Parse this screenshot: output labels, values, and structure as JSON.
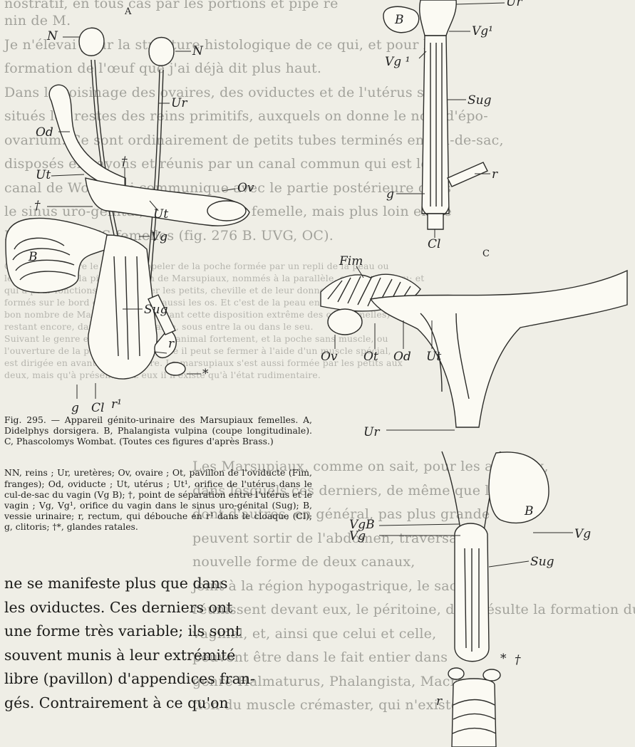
{
  "figure": {
    "panel_labels": {
      "a": "A",
      "c": "C"
    },
    "labels": {
      "a": [
        "N",
        "N",
        "Ur",
        "Od",
        "Ov",
        "†",
        "Ut",
        "†",
        "Ut",
        "B",
        "Vg",
        "Sug",
        "r",
        "*",
        "g",
        "Cl",
        "r¹"
      ],
      "b": [
        "Ur",
        "B",
        "Vg¹",
        "Vg ¹",
        "Sug",
        "r",
        "g",
        "Cl"
      ],
      "c": [
        "Fim",
        "Ov",
        "Ot",
        "Od",
        "Ut",
        "Ur",
        "VgB",
        "Vg",
        "B",
        "Vg",
        "Sug",
        "*",
        "†",
        "r"
      ]
    }
  },
  "caption": {
    "title": "Fig. 295. — Appareil génito-urinaire des Marsupiaux femelles. A, Didelphys dorsigera. B, Phalangista vulpina (coupe longitudinale). C, Phascolomys Wombat. (Toutes ces figures d'après Brass.)",
    "legend": "NN, reins ; Ur, uretères; Ov, ovaire ; Ot, pavillon de l'oviducte (Fim, franges); Od, oviducte ; Ut, utérus ; Ut¹, orifice de l'utérus dans le cul-de-sac du vagin (Vg B); †, point de séparation entre l'utérus et le vagin ; Vg, Vg¹, orifice du vagin dans le sinus uro-génital (Sug); B, vessie urinaire; r, rectum, qui débouche en r¹ dans le cloaque (Cl); g, clitoris; †*, glandes ratales."
  },
  "body": [
    "ne se manifeste plus que dans",
    "les oviductes. Ces derniers ont",
    "une forme très variable; ils sont",
    "souvent munis à leur extrémité",
    "libre (pavillon) d'appendices fran-",
    "gés. Contrairement à ce qu'on"
  ],
  "bleed_through": [
    "nostratif, en tous cas par les portions et pipe re",
    "nin de M.",
    "Je n'élevai pour la structure histologique de ce qui, et pour la",
    "formation de l'œuf que j'ai déjà dit plus haut.",
    "Dans le voisinage des ovaires, des oviductes et de l'utérus sont",
    "situés les restes des reins primitifs, auxquels on donne le nom d'épo-",
    "ovarium. Ce sont ordinairement de petits tubes terminés en cul-de-sac,",
    "disposés en rayons et réunis par un canal commun qui est le",
    "canal de Wolff, qui communique avec le partie postérieure dans",
    "le sinus uro-génital, visible chez la femelle, mais plus loin en de",
    "MAMMIFÈRES femelles (fig. 276 B. UVG, OC).",
    "Cela est peut-être le lieu de rappeler de la poche formée par un repli de la peau ou",
    "le ventre et par la pièce. Le nom de Marsupiaux, nommés à la parallèle, comme on a vu; et",
    "qui a pour fonctions de conserver les petits, cheville et de leur donner la nourriture; puis",
    "formés sur le bord du bassin sont aussi les os. Et c'est de la peau encore et d'abord chez",
    "bon nombre de Marsupiaux présentant cette disposition extrême des os (mamelles) et a",
    "restant encore, dans l'espèce vivante, sous entre la ou dans le seu.",
    "Suivant le genre et l'espèce, on a un animal fortement, et la poche sans muscle, ou",
    "l'ouverture de la poche, dans laquelle il peut se fermer à l'aide d'un muscle spécial,",
    "est dirigée en avant ou en arrière. La marsupiaux s'est aussi formée par les petits aux",
    "deux, mais qu'à présent chez eux il n'existe qu'à l'état rudimentaire.",
    "Les Marsupiaux, comme on sait, pour les animaux,",
    "dans lesquels ces derniers, de même que les",
    "dont d'autres, en général, pas plus grande",
    "peuvent sortir de l'abdomen, traversant",
    "nouvelle forme de deux canaux,",
    "joint à la région hypogastrique, le sac",
    "réunissent devant eux, le péritoine, d'où résulte la formation du canal",
    "vaginal, et, ainsi que celui et celle,",
    "peuvent être dans le fait entier dans",
    "genre Halmaturus, Phalangista, Macropus",
    "tion du muscle crémaster, qui n'existe"
  ]
}
